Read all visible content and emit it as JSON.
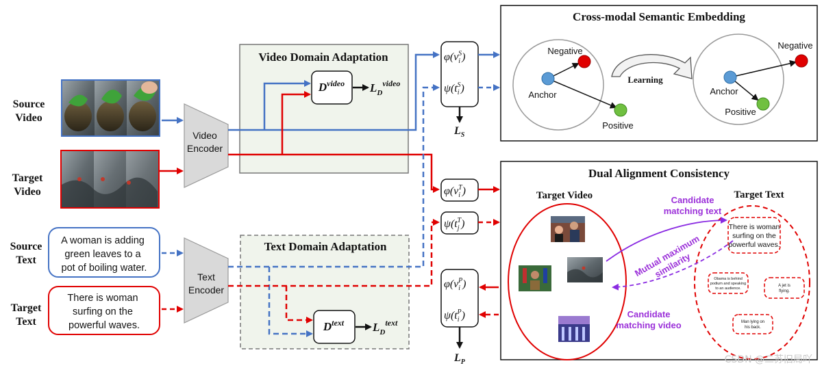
{
  "inputs": {
    "source_video": "Source Video",
    "target_video": "Target Video",
    "source_text": "Source Text",
    "target_text": "Target Text",
    "source_caption": [
      "A woman is adding",
      "green leaves to a",
      "pot of boiling water."
    ],
    "target_caption": [
      "There is woman",
      "surfing on the",
      "powerful waves."
    ]
  },
  "encoders": {
    "video": [
      "Video",
      "Encoder"
    ],
    "text": [
      "Text",
      "Encoder"
    ]
  },
  "video_domain_adaptation": {
    "title": "Video Domain Adaptation",
    "discriminator": "D",
    "discriminator_sup": "video",
    "loss": "L",
    "loss_sub": "D",
    "loss_sup": "video"
  },
  "text_domain_adaptation": {
    "title": "Text Domain Adaptation",
    "discriminator": "D",
    "discriminator_sup": "text",
    "loss": "L",
    "loss_sub": "D",
    "loss_sup": "text"
  },
  "projections": {
    "source_video": "φ(v",
    "source_text": "ψ(t",
    "target_video_T": "φ(v",
    "target_text_T": "ψ(t",
    "target_video_P": "φ(v",
    "target_text_P": "ψ(t",
    "loss_S": "L",
    "loss_S_sub": "S",
    "loss_P": "L",
    "loss_P_sub": "P"
  },
  "cross_modal": {
    "title": "Cross-modal Semantic Embedding",
    "negative": "Negative",
    "anchor": "Anchor",
    "positive": "Positive",
    "learning": "Learning"
  },
  "dual_alignment": {
    "title": "Dual Alignment Consistency",
    "target_video": "Target Video",
    "target_text": "Target Text",
    "candidate_text": [
      "Candidate",
      "matching text"
    ],
    "mutual": [
      "Mutual maximum",
      "similarity"
    ],
    "candidate_video": [
      "Candidate",
      "matching video"
    ],
    "text_samples": {
      "main": [
        "There is woman",
        "surfing on the",
        "powerful waves."
      ],
      "obama": [
        "Obama is behind",
        "podium and speaking",
        "to an audience."
      ],
      "jet": [
        "A jet is",
        "flying."
      ],
      "man": [
        "Man lying on",
        "his back."
      ]
    }
  },
  "colors": {
    "blue": "#4472c4",
    "red": "#e00000",
    "purple": "#8a2be2",
    "grey_box": "#f0f4ec"
  },
  "watermark": "CSDN @二苏旧局吖"
}
